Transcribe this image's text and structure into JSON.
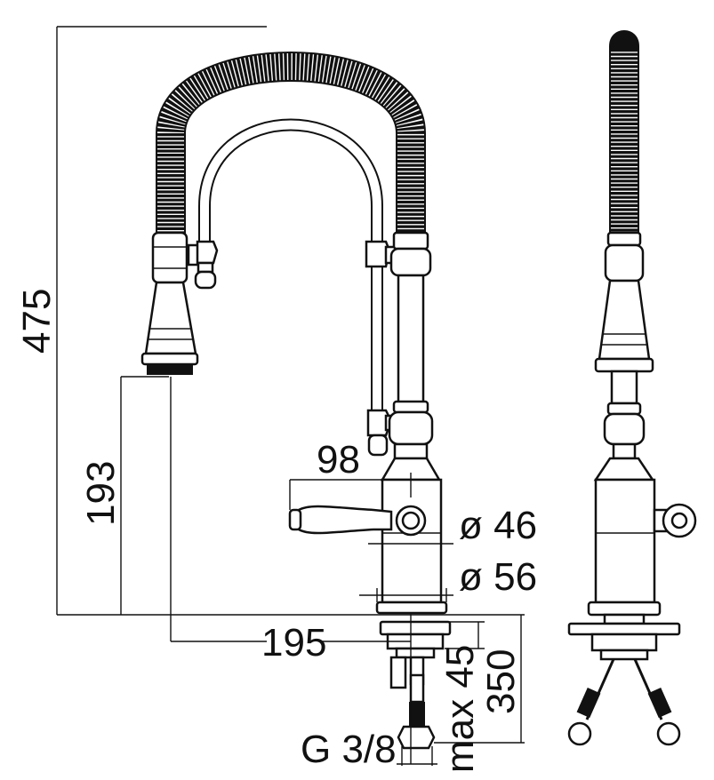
{
  "drawing": {
    "dimensions": {
      "total_height": "475",
      "spout_height": "193",
      "handle_length": "98",
      "handle_diameter": "ø 46",
      "base_diameter": "ø 56",
      "reach": "195",
      "deck_thickness": "max 45",
      "hose_length": "350",
      "connection": "G 3/8"
    }
  }
}
